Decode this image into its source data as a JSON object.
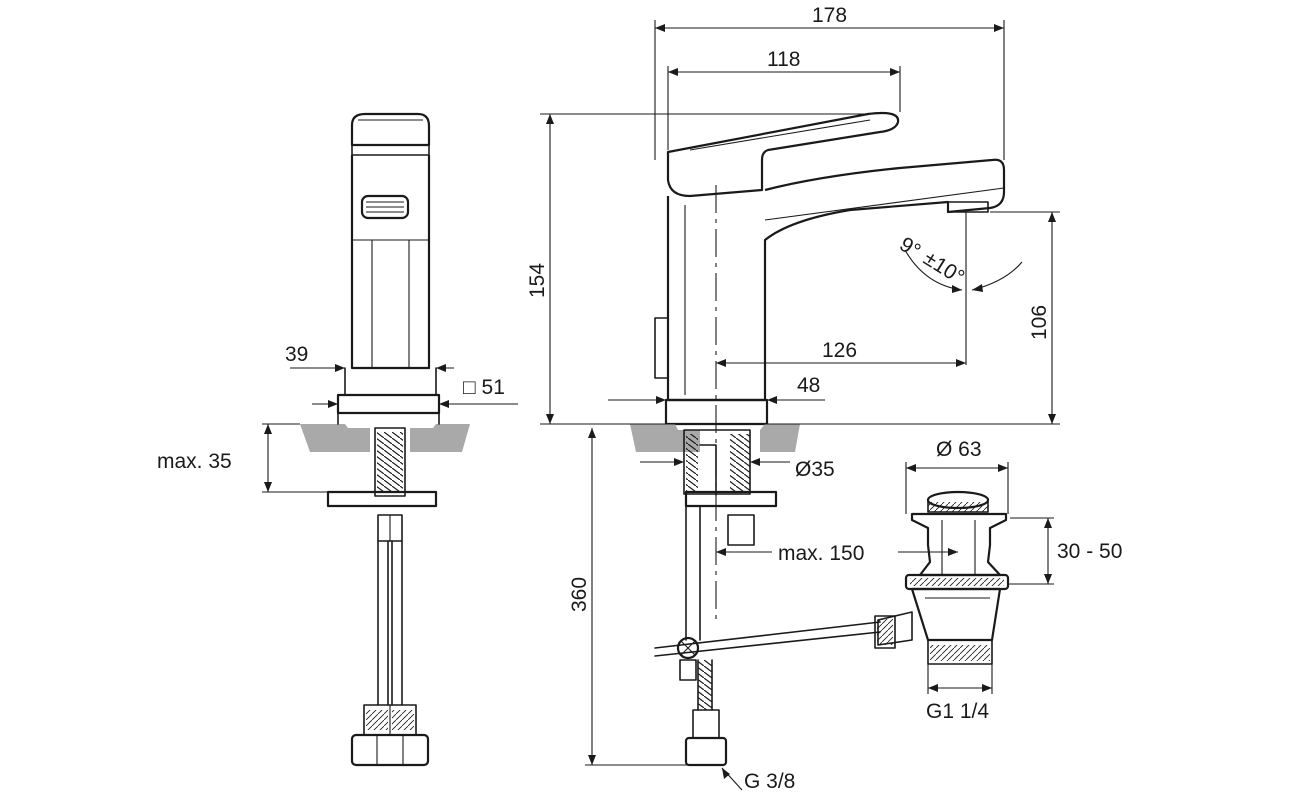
{
  "dimensions": {
    "d178": "178",
    "d118": "118",
    "d154": "154",
    "d106": "106",
    "d126": "126",
    "d48": "48",
    "d39": "39",
    "d51": "□ 51",
    "dmax35": "max. 35",
    "d35dia": "Ø35",
    "d360": "360",
    "dmax150": "max. 150",
    "d63": "Ø 63",
    "d3050": "30 - 50",
    "dg114": "G1 1/4",
    "dg38": "G 3/8",
    "angle_a": "9°",
    "angle_b": "±10°"
  }
}
